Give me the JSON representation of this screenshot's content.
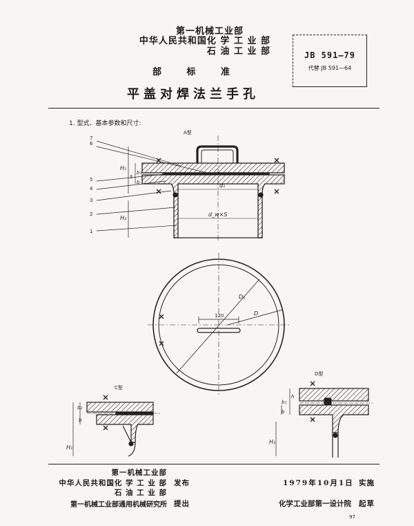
{
  "header": {
    "issuers": [
      "第一机械工业部",
      "中华人民共和国化 学 工 业 部",
      "石 油 工 业 部"
    ],
    "kind": "部 标 准",
    "title": "平盖对焊法兰手孔",
    "standard_code": "JB 591—79",
    "replaces": "代替 JB 591—64"
  },
  "section_heading": "1. 型式、基本参数和尺寸:",
  "figure_labels": {
    "type_a": "A型",
    "type_c": "C型",
    "type_d": "D型",
    "dim_120": "120",
    "dim_D": "D",
    "dim_D1": "D₁",
    "dim_d1": "d₁",
    "dim_dwS": "d_w×S",
    "dim_H1": "H₁",
    "dim_H2": "H₂",
    "dim_b": "b",
    "dim_b1": "b₁",
    "dim_b2": "b₂",
    "dim_h": "h",
    "dim_S": "S",
    "leaders": [
      "7",
      "6",
      "5",
      "4",
      "3",
      "2",
      "1"
    ]
  },
  "footer": {
    "issuers": [
      "第一机械工业部",
      "中华人民共和国化 学 工 业 部",
      "石 油 工 业 部",
      "第一机械工业部通用机械研究所"
    ],
    "publish": "发布",
    "propose": "提出",
    "date": "1979年10月1日",
    "implement": "实施",
    "drafter": "化学工业部第一设计院",
    "draft": "起草",
    "page_number": "97"
  }
}
